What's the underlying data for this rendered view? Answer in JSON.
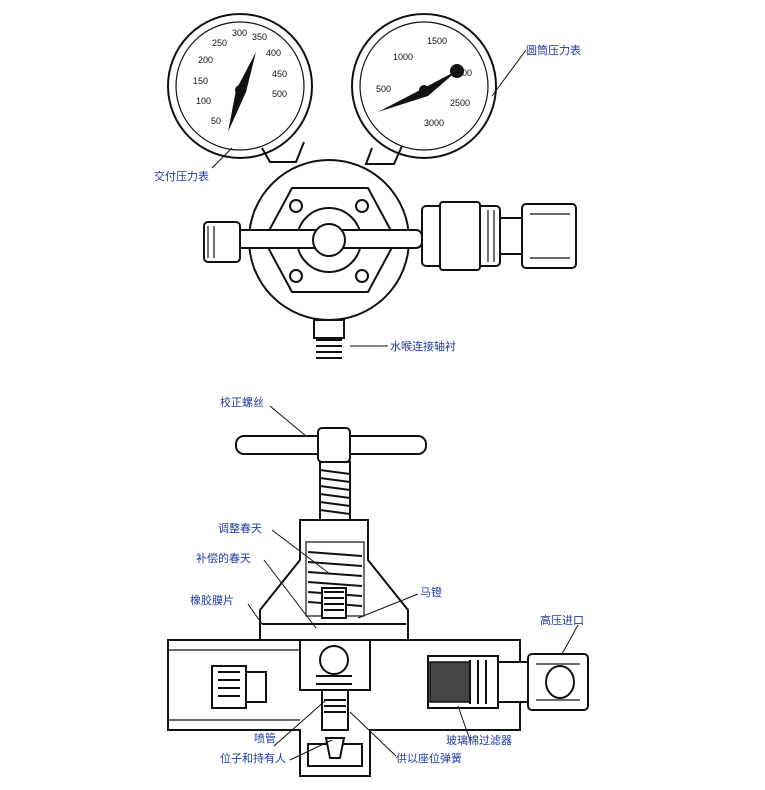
{
  "gauges": {
    "delivery": {
      "label": "交付压力表",
      "ticks": [
        "50",
        "100",
        "150",
        "200",
        "250",
        "300",
        "350",
        "400",
        "450",
        "500"
      ]
    },
    "cylinder": {
      "label": "圆筒压力表",
      "ticks": [
        "500",
        "1000",
        "1500",
        "2000",
        "2500",
        "3000"
      ]
    }
  },
  "labels": {
    "hose_bushing": "水喉连接轴衬",
    "adjust_screw": "校正螺丝",
    "adjust_spring": "调整春天",
    "compensate_spring": "补偿的春天",
    "rubber_diaphragm": "橡胶膜片",
    "saddle": "马镫",
    "high_pressure_inlet": "高压进口",
    "nozzle": "喷管",
    "seat_holder": "位子和持有人",
    "seat_spring": "供以座位弹簧",
    "glass_wool_filter": "玻璃棉过滤器"
  }
}
